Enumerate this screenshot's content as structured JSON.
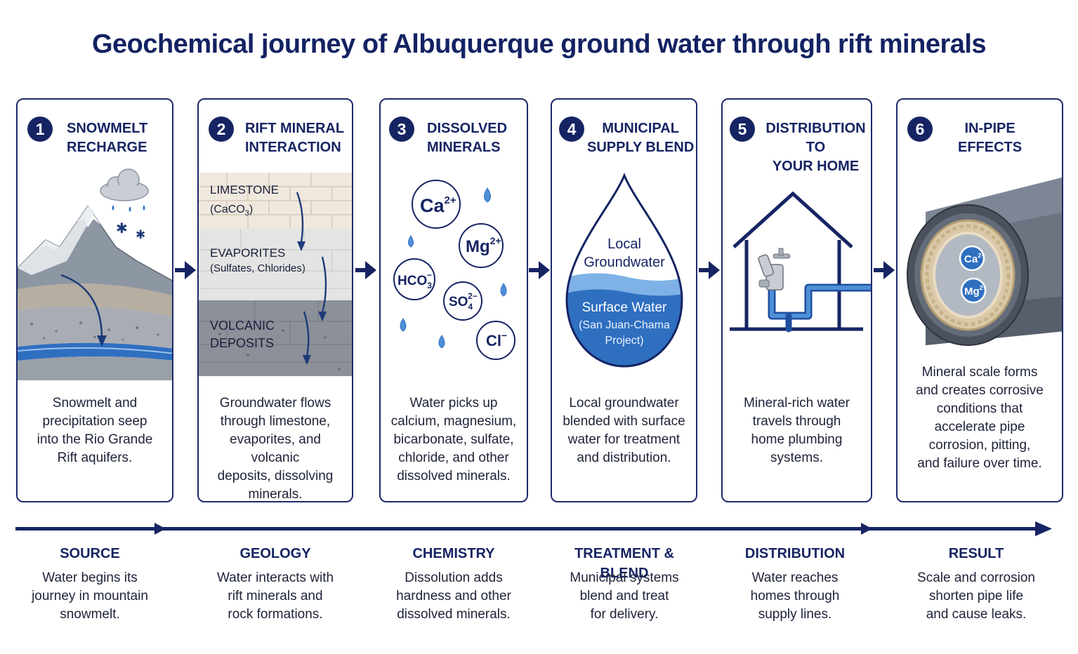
{
  "title": "Geochemical journey of Albuquerque ground water through rift minerals",
  "panels": [
    {
      "number": "1",
      "heading_line1": "SNOWMELT",
      "heading_line2": "RECHARGE",
      "desc": [
        "Snowmelt and",
        "precipitation seep",
        "into the Rio Grande",
        "Rift aquifers."
      ]
    },
    {
      "number": "2",
      "heading_line1": "RIFT MINERAL",
      "heading_line2": "INTERACTION",
      "desc": [
        "Groundwater flows",
        "through limestone,",
        "evaporites, and volcanic",
        "deposits, dissolving",
        "minerals."
      ],
      "layers": {
        "limestone": "LIMESTONE",
        "limestone_formula": "(CaCO",
        "limestone_sub": "3",
        "limestone_close": ")",
        "evaporites": "EVAPORITES",
        "evaporites_note": "(Sulfates, Chlorides)",
        "volcanic_1": "VOLCANIC",
        "volcanic_2": "DEPOSITS"
      }
    },
    {
      "number": "3",
      "heading_line1": "DISSOLVED",
      "heading_line2": "MINERALS",
      "desc": [
        "Water picks up",
        "calcium, magnesium,",
        "bicarbonate, sulfate,",
        "chloride, and other",
        "dissolved minerals."
      ],
      "ions": {
        "ca": "Ca",
        "ca_sup": "2+",
        "mg": "Mg",
        "mg_sup": "2+",
        "hco": "HCO",
        "hco_sub": "3",
        "hco_sup": "−",
        "so": "SO",
        "so_sub": "4",
        "so_sup": "2−",
        "cl": "Cl",
        "cl_sup": "−"
      }
    },
    {
      "number": "4",
      "heading_line1": "MUNICIPAL",
      "heading_line2": "SUPPLY BLEND",
      "desc": [
        "Local groundwater",
        "blended with surface",
        "water for treatment",
        "and distribution."
      ],
      "drop": {
        "local_1": "Local",
        "local_2": "Groundwater",
        "surface": "Surface Water",
        "project_1": "(San Juan-Chama",
        "project_2": "Project)"
      }
    },
    {
      "number": "5",
      "heading_line1": "DISTRIBUTION TO",
      "heading_line2": "YOUR HOME",
      "desc": [
        "Mineral-rich water",
        "travels through",
        "home plumbing",
        "systems."
      ]
    },
    {
      "number": "6",
      "heading_line1": "IN-PIPE",
      "heading_line2": "EFFECTS",
      "desc": [
        "Mineral scale forms",
        "and creates corrosive",
        "conditions that",
        "accelerate pipe",
        "corrosion, pitting,",
        "and failure over time."
      ],
      "pipe": {
        "ca": "Ca",
        "ca_sup": "2+",
        "mg": "Mg",
        "mg_sup": "2+"
      }
    }
  ],
  "stages": [
    {
      "label": "SOURCE",
      "desc": [
        "Water begins its",
        "journey in mountain",
        "snowmelt."
      ]
    },
    {
      "label": "GEOLOGY",
      "desc": [
        "Water interacts with",
        "rift minerals and",
        "rock formations."
      ]
    },
    {
      "label": "CHEMISTRY",
      "desc": [
        "Dissolution adds",
        "hardness and other",
        "dissolved minerals."
      ]
    },
    {
      "label": "TREATMENT & BLEND",
      "desc": [
        "Municipal systems",
        "blend and treat",
        "for delivery."
      ]
    },
    {
      "label": "DISTRIBUTION",
      "desc": [
        "Water reaches",
        "homes through",
        "supply lines."
      ]
    },
    {
      "label": "RESULT",
      "desc": [
        "Scale and corrosion",
        "shorten pipe life",
        "and cause leaks."
      ]
    }
  ],
  "colors": {
    "navy": "#162463",
    "water_blue": "#2f6fc0",
    "light_blue": "#9cc3ec"
  }
}
